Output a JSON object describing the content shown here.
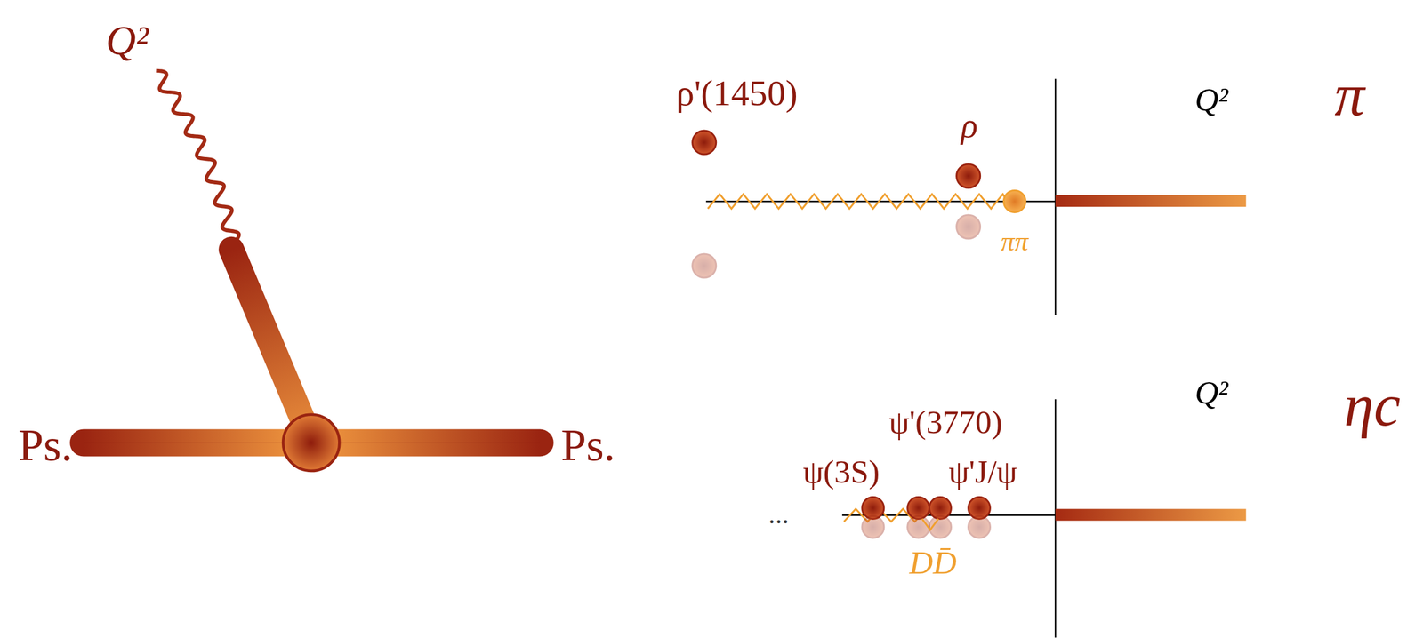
{
  "diagram": {
    "labels": [
      "Q²",
      "Ps.",
      "Ps.",
      "ρ'(1450)",
      "ρ",
      "Q²",
      "π",
      "ππ",
      "ψ'(3770)",
      "ψ(3S)",
      "ψ'J/ψ",
      "DD̄",
      "...",
      "Q²",
      "ηc"
    ]
  }
}
